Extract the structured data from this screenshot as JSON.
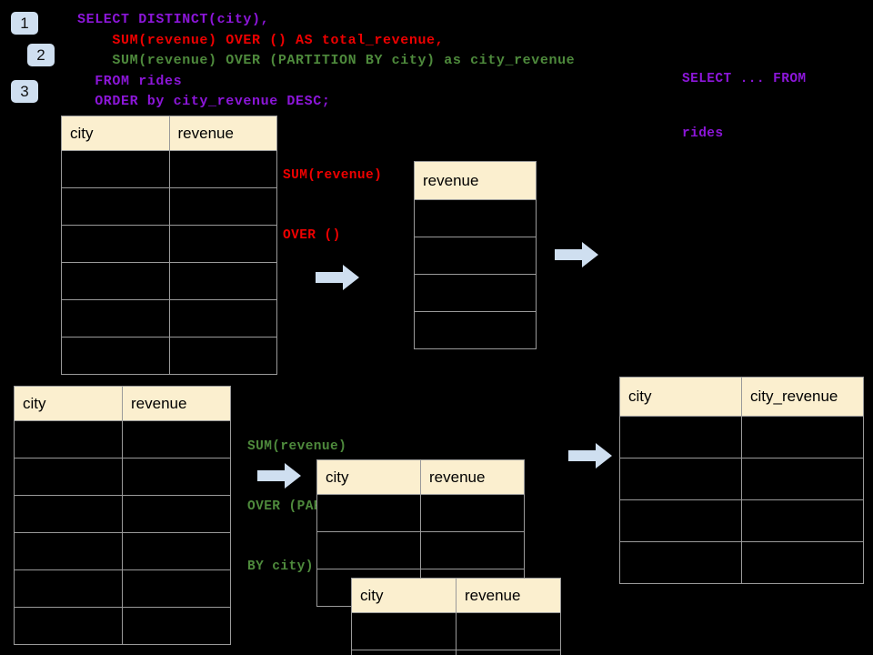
{
  "background": "#000000",
  "palette": {
    "badge_bg": "#cfdff0",
    "header_bg": "#fbefcf",
    "grid_line": "#9a9a9a",
    "arrow_fill": "#cfdff0",
    "sql_purple": "#8c16d9",
    "sql_red": "#ee0000",
    "sql_green": "#4e8a3c"
  },
  "badges": [
    {
      "label": "1"
    },
    {
      "label": "2"
    },
    {
      "label": "3"
    }
  ],
  "sql": {
    "lines": [
      {
        "text": "SELECT DISTINCT(city),",
        "color": "purple"
      },
      {
        "text": "    SUM(revenue) OVER () AS total_revenue,",
        "color": "red"
      },
      {
        "text": "    SUM(revenue) OVER (PARTITION BY city) as city_revenue",
        "color": "green"
      },
      {
        "text": "  FROM rides",
        "color": "purple"
      },
      {
        "text": "  ORDER by city_revenue DESC;",
        "color": "purple"
      }
    ]
  },
  "annotations": {
    "select_from": {
      "line1": "SELECT ... FROM",
      "line2": "rides",
      "color": "purple"
    },
    "sum_over_empty": {
      "line1": "SUM(revenue)",
      "line2": "OVER ()",
      "color": "red"
    },
    "sum_over_partition": {
      "line1": "SUM(revenue)",
      "line2": "OVER (PARTITION",
      "line3": "BY city)",
      "color": "green"
    }
  },
  "tables": {
    "rides_top": {
      "name": "rides-source-table-top",
      "headers": [
        "city",
        "revenue"
      ],
      "row_count": 6
    },
    "total_revenue": {
      "name": "total-revenue-table",
      "headers": [
        "revenue"
      ],
      "row_count": 4
    },
    "rides_bottom": {
      "name": "rides-source-table-bottom",
      "headers": [
        "city",
        "revenue"
      ],
      "row_count": 6
    },
    "partition_a": {
      "name": "partition-table-a",
      "headers": [
        "city",
        "revenue"
      ],
      "row_count": 3
    },
    "partition_b": {
      "name": "partition-table-b",
      "headers": [
        "city",
        "revenue"
      ],
      "row_count": 2
    },
    "result": {
      "name": "city-revenue-result-table",
      "headers": [
        "city",
        "city_revenue"
      ],
      "row_count": 4
    }
  },
  "arrows": [
    {
      "name": "arrow-rides-to-total-revenue"
    },
    {
      "name": "arrow-total-revenue-to-result"
    },
    {
      "name": "arrow-rides-to-partition"
    },
    {
      "name": "arrow-partition-to-result"
    }
  ]
}
